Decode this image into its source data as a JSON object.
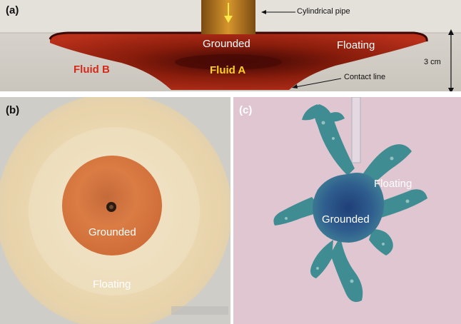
{
  "panel_a": {
    "label": "(a)",
    "pipe_annotation": "Cylindrical pipe",
    "grounded": "Grounded",
    "floating": "Floating",
    "fluid_b": "Fluid B",
    "fluid_a": "Fluid A",
    "contact_line": "Contact line",
    "height": "3 cm"
  },
  "panel_b": {
    "label": "(b)",
    "grounded": "Grounded",
    "floating": "Floating"
  },
  "panel_c": {
    "label": "(c)",
    "floating": "Floating",
    "grounded": "Grounded"
  },
  "colors": {
    "fluid_dark": "#5a1208",
    "fluid_red": "#b02512",
    "fluid_b_label": "#d42a1a",
    "fluid_a_label": "#ffd21a",
    "orange_disc": "#d8773f",
    "cream": "#ead7b2",
    "blue_grounded": "#2f5d8e",
    "teal_fingers": "#3f8c93",
    "pink_background": "#dfc6d0"
  }
}
